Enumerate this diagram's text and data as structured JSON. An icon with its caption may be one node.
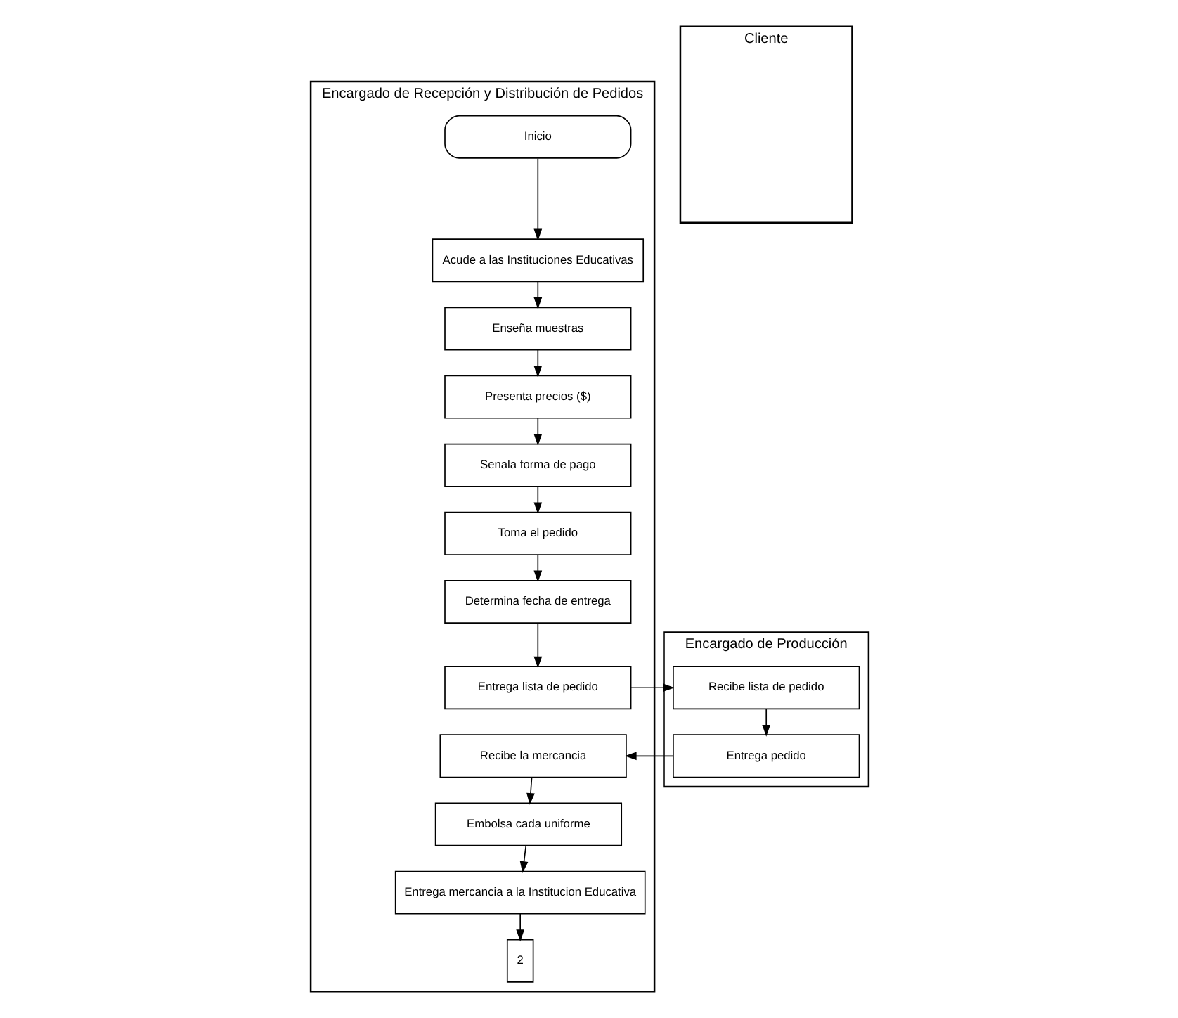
{
  "diagram": {
    "nodes": [
      {
        "text": [
          "Encargado de Recepción y Distribución de Pedidos"
        ]
      },
      {
        "text": [
          "Encargado de Producción"
        ]
      },
      {
        "text": [
          "Cliente"
        ]
      },
      {
        "text": [
          "Inicio"
        ],
        "in": 0
      },
      {
        "text": [
          "Acude a las Instituciones Educativas"
        ],
        "in": 0
      },
      {
        "text": [
          "Enseña muestras"
        ],
        "in": 0
      },
      {
        "text": [
          "Presenta precios ($)"
        ],
        "in": 0
      },
      {
        "text": [
          "Senala forma de pago"
        ],
        "in": 0
      },
      {
        "text": [
          "Toma el pedido"
        ],
        "in": 0
      },
      {
        "text": [
          "Determina fecha de entrega"
        ],
        "in": 0
      },
      {
        "text": [
          "Entrega lista de pedido"
        ],
        "in": 0
      },
      {
        "text": [
          "Recibe lista de pedido"
        ],
        "in": 1
      },
      {
        "text": [
          "Entrega pedido"
        ],
        "in": 1
      },
      {
        "text": [
          "Recibe la mercancia"
        ],
        "in": 0
      },
      {
        "text": [
          "Embolsa cada uniforme"
        ],
        "in": 0
      },
      {
        "text": [
          "Entrega mercancia a la Institucion Educativa"
        ],
        "in": 0
      },
      {
        "text": [
          "2"
        ],
        "in": 0
      }
    ],
    "edges": [
      {
        "from": 3,
        "to": 4,
        "arrow": "to"
      },
      {
        "from": 4,
        "to": 5,
        "arrow": "to"
      },
      {
        "from": 5,
        "to": 6,
        "arrow": "to"
      },
      {
        "from": 6,
        "to": 7,
        "arrow": "to"
      },
      {
        "from": 7,
        "to": 8,
        "arrow": "to"
      },
      {
        "from": 8,
        "to": 9,
        "arrow": "to"
      },
      {
        "from": 9,
        "to": 10,
        "arrow": "to"
      },
      {
        "from": 10,
        "to": 11,
        "arrow": "to"
      },
      {
        "from": 11,
        "to": 12,
        "arrow": "to"
      },
      {
        "from": 12,
        "to": 13,
        "arrow": "to"
      },
      {
        "from": 13,
        "to": 14,
        "arrow": "to"
      },
      {
        "from": 14,
        "to": 15,
        "arrow": "to"
      },
      {
        "from": 15,
        "to": 16,
        "arrow": "to"
      }
    ]
  }
}
